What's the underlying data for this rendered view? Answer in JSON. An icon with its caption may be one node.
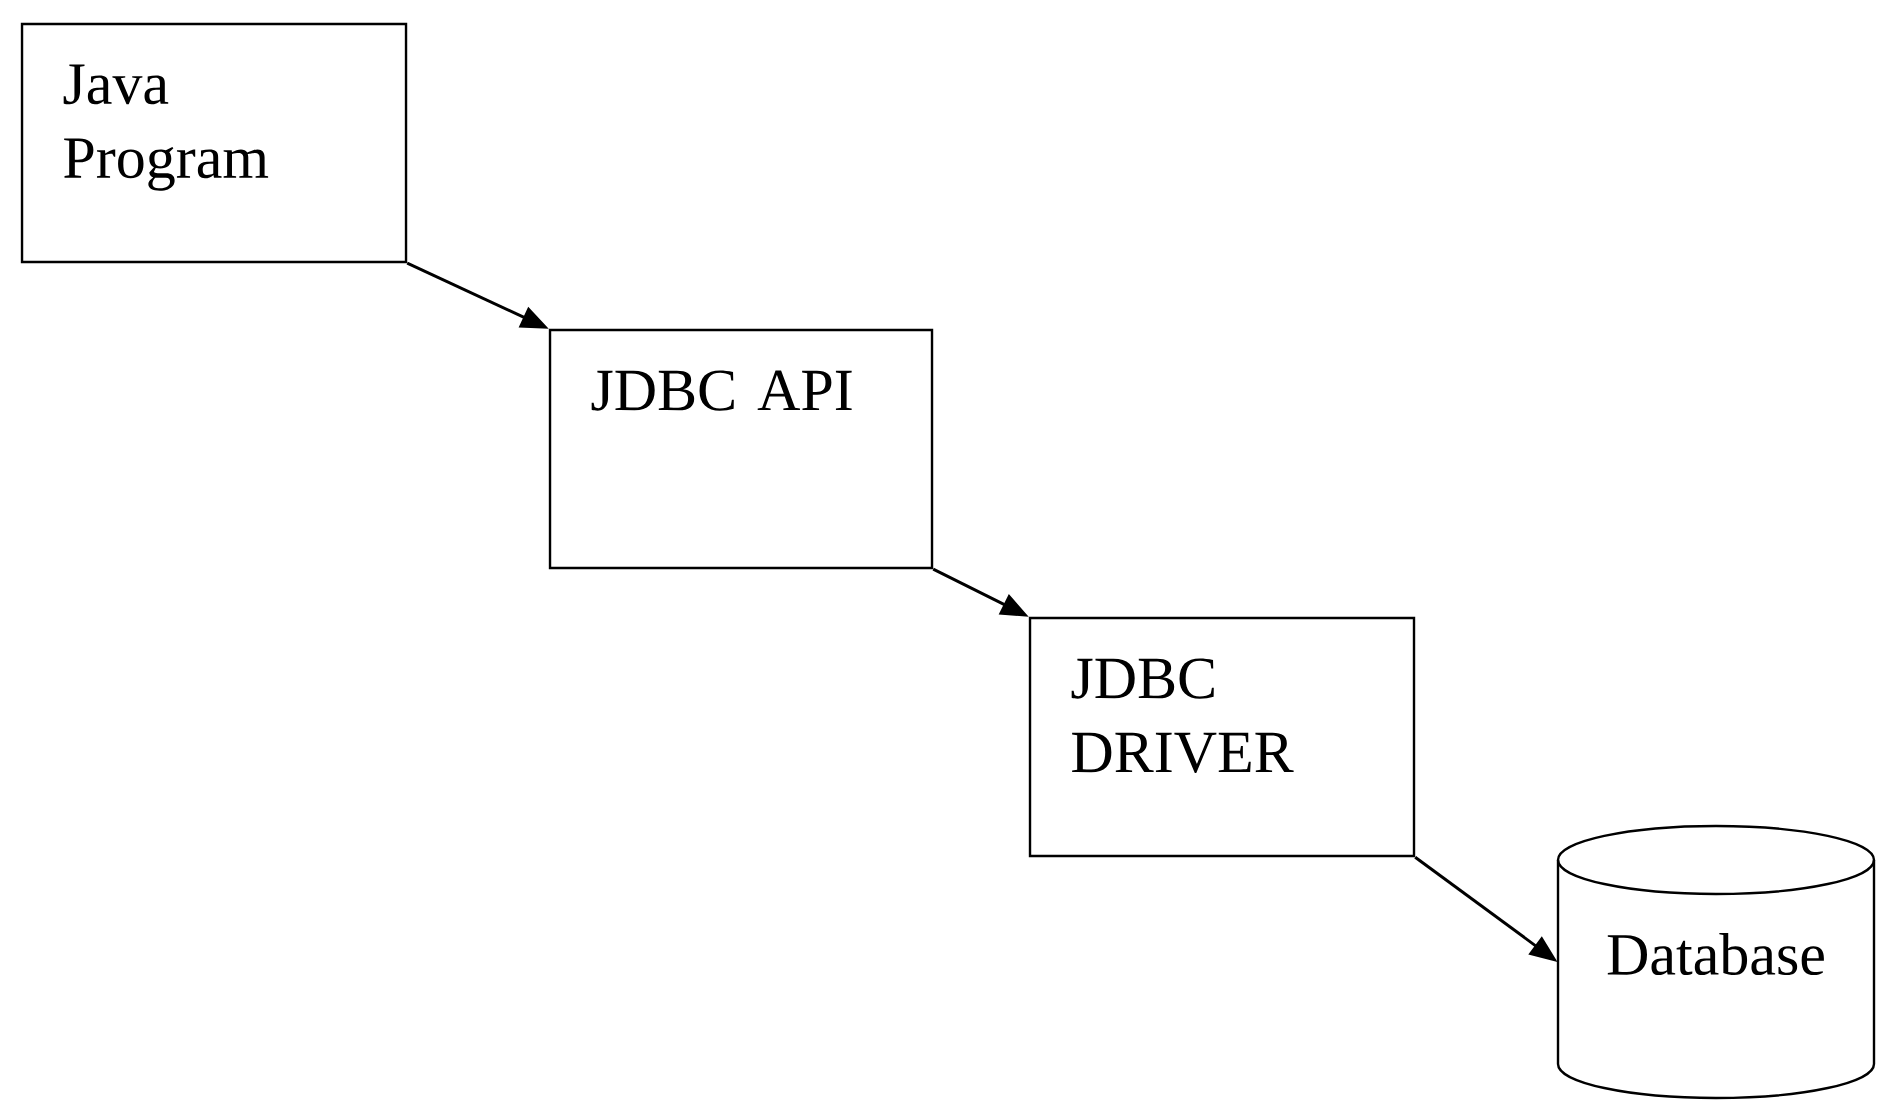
{
  "diagram": {
    "nodes": [
      {
        "text": [
          "Java Program"
        ]
      },
      {
        "text": [
          "JDBC API"
        ]
      },
      {
        "text": [
          "JDBC DRIVER"
        ]
      },
      {
        "text": [
          "Database"
        ]
      }
    ],
    "edges": [
      {
        "from": 0,
        "to": 1,
        "arrow": "to"
      },
      {
        "from": 1,
        "to": 2,
        "arrow": "to"
      },
      {
        "from": 2,
        "to": 3,
        "arrow": "to"
      }
    ]
  }
}
